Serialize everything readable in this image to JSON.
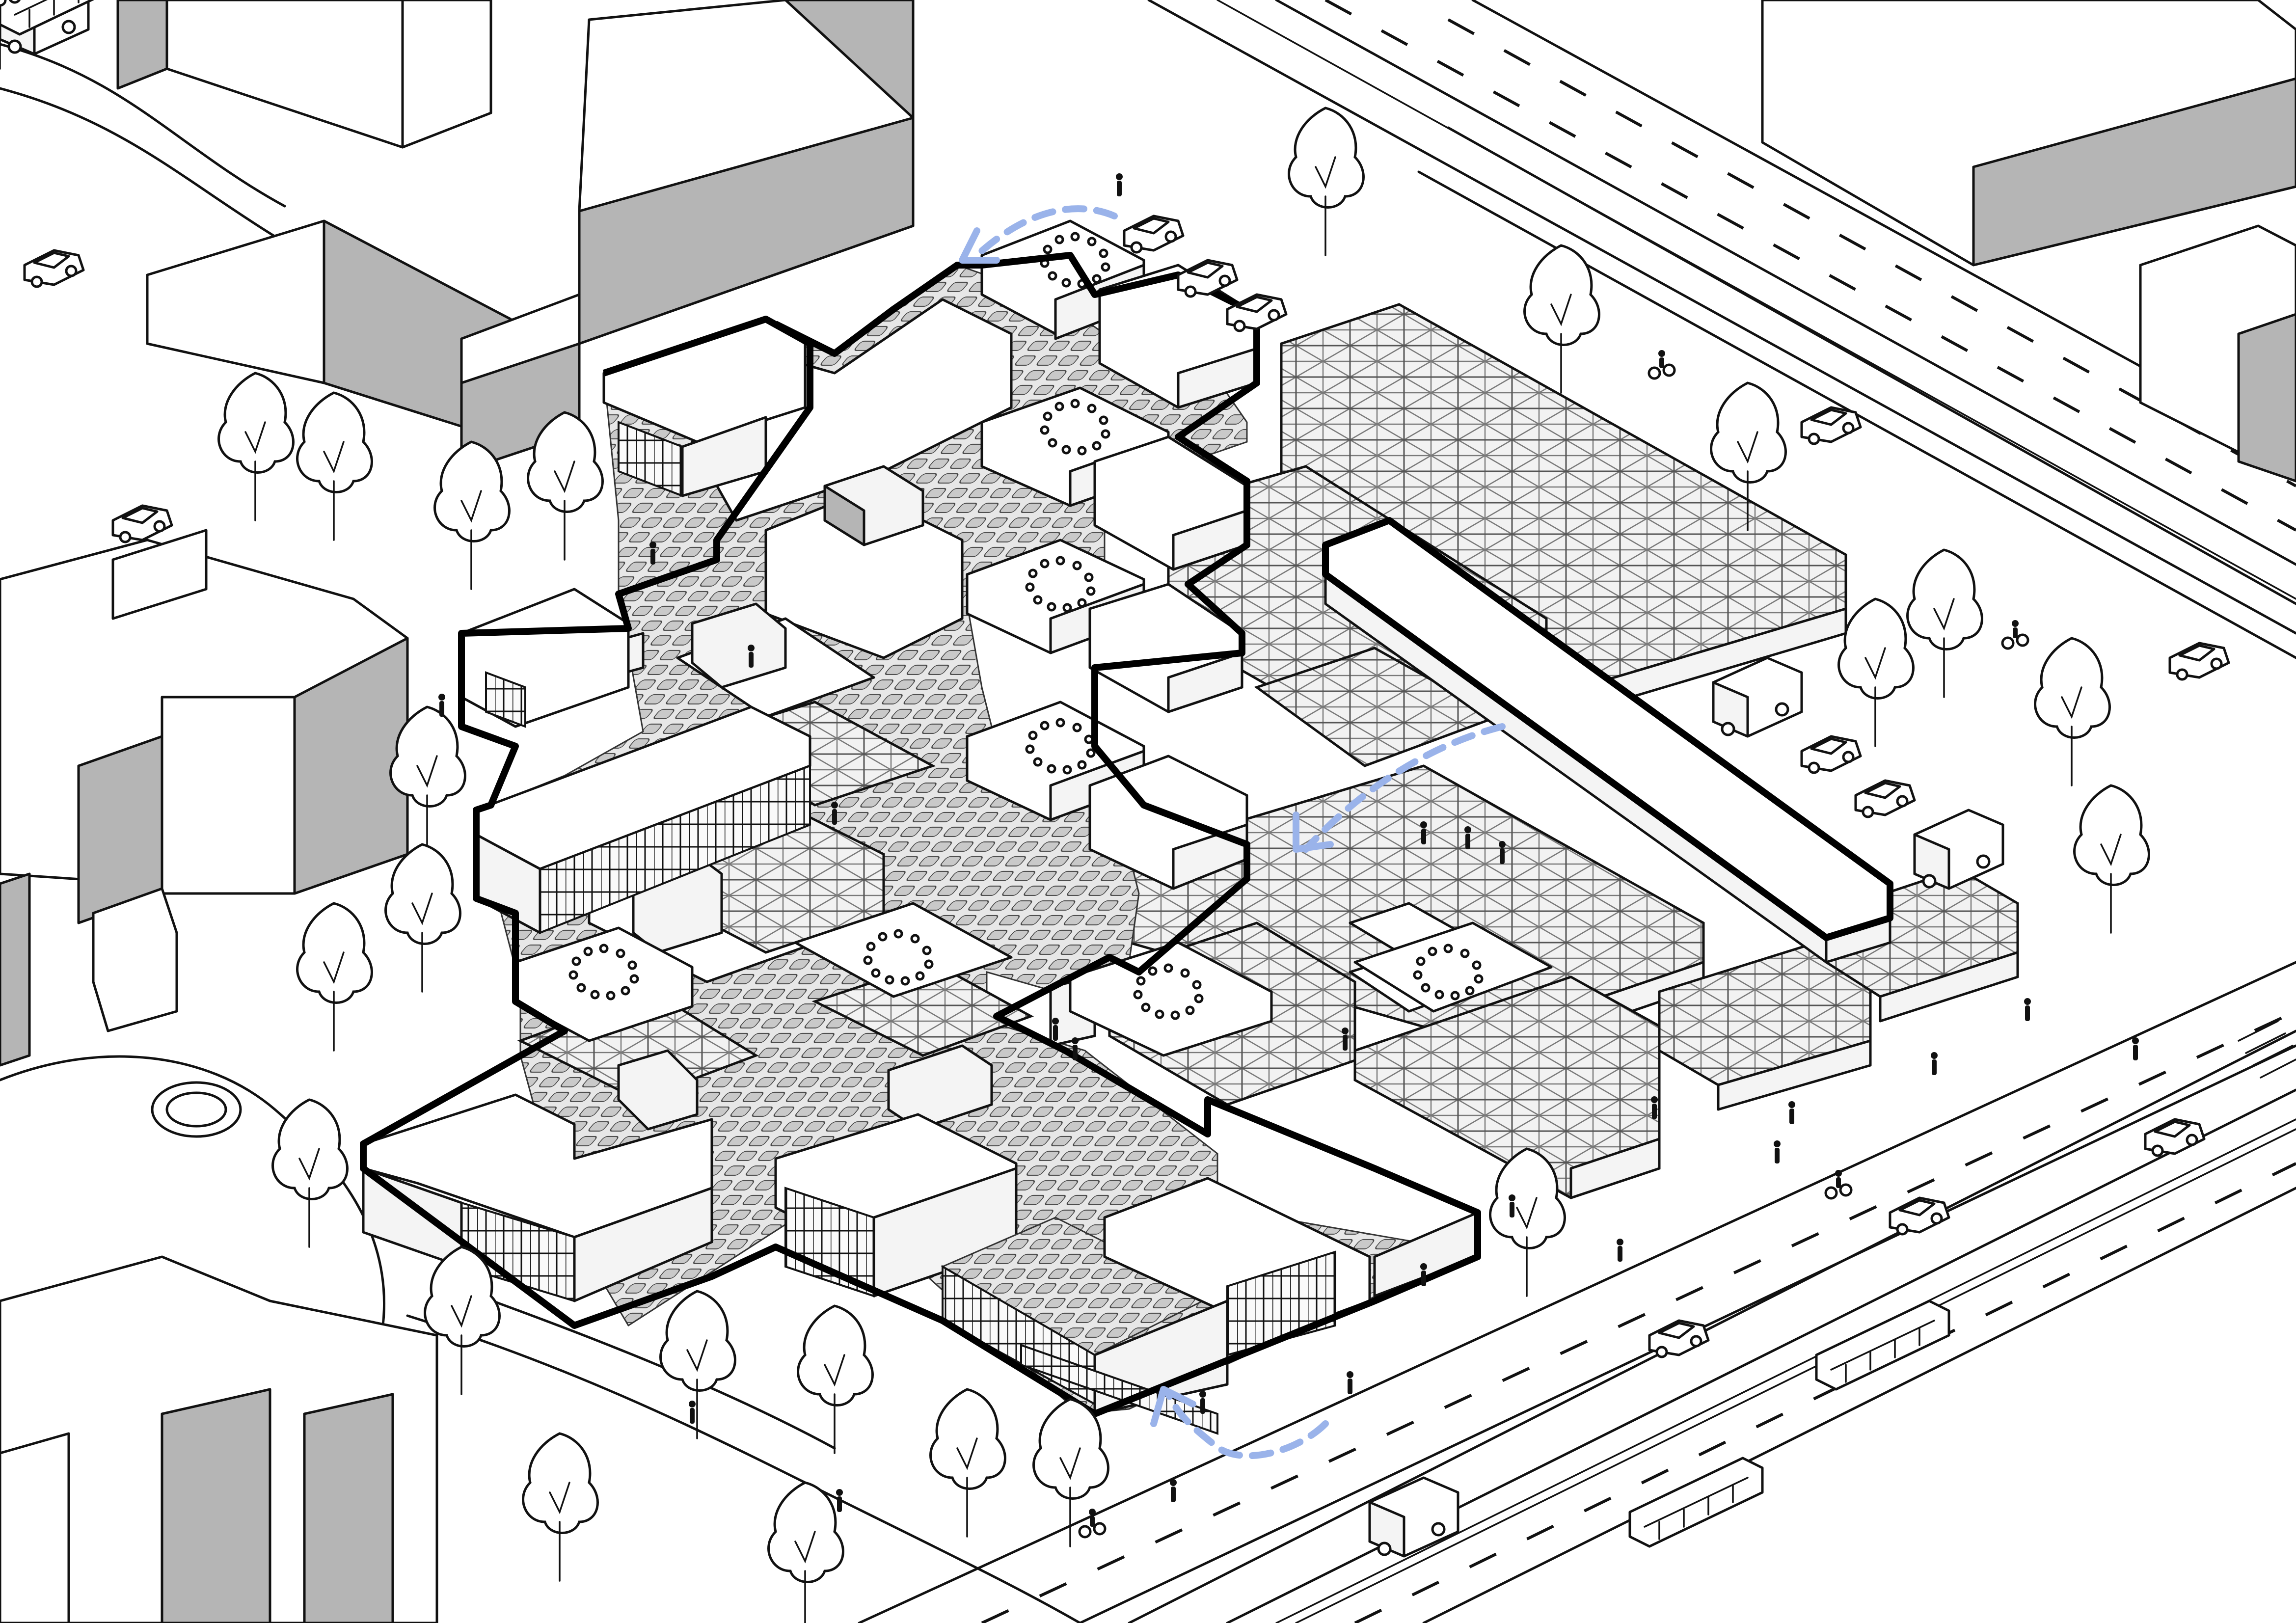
{
  "drawing": {
    "style": "isometric-line-sketch",
    "colors": {
      "line": "#111111",
      "background": "#ffffff",
      "shadow_face": "#b5b5b5",
      "access_arrow": "#9ab3ea"
    },
    "elements": {
      "site_outline": "thick-black-outline",
      "roofs": [
        "solar-panel-roof",
        "pyramidal-skylight-roof"
      ],
      "courtyards": "circle-of-seats",
      "access_arrows": 3,
      "context": [
        "neighbouring-buildings",
        "trees",
        "cars",
        "trams",
        "cyclists",
        "pedestrians",
        "roads"
      ]
    }
  }
}
